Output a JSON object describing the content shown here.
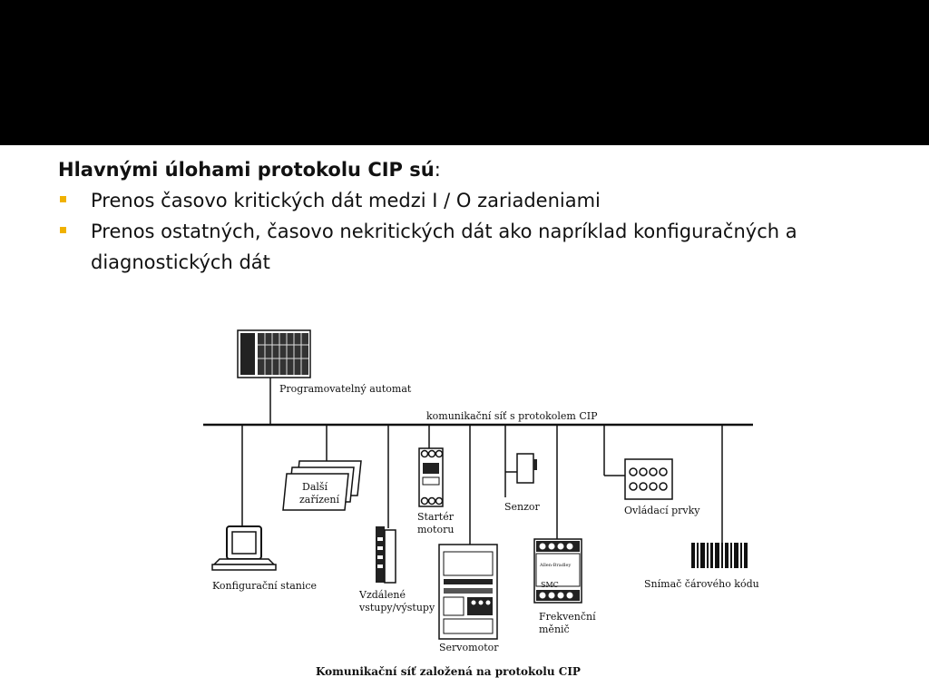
{
  "slide": {
    "heading": "Hlavnými úlohami protokolu CIP sú",
    "heading_suffix": ":",
    "bullets": [
      "Prenos časovo kritických dát medzi I / O zariadeniami",
      "Prenos ostatných, časovo nekritických dát ako napríklad konfiguračných a diagnostických dát"
    ],
    "accent_color": "#f0b100"
  },
  "diagram": {
    "network_label": "komunikační síť s protokolem CIP",
    "caption": "Komunikační síť založená na protokolu CIP",
    "plc_label": "Programovatelný automat",
    "other_devices_label": [
      "Další",
      "zařízení"
    ],
    "config_station_label": "Konfigurační stanice",
    "remote_io_label": [
      "Vzdálené",
      "vstupy/výstupy"
    ],
    "starter_label": [
      "Startér",
      "motoru"
    ],
    "servo_label": "Servomotor",
    "sensor_label": "Senzor",
    "vfd_label": [
      "Frekvenční",
      "měnič"
    ],
    "vfd_brand": "Allen-Bradley",
    "vfd_model": "SMC",
    "controls_label": "Ovládací prvky",
    "barcode_label": "Snímač čárového kódu"
  }
}
